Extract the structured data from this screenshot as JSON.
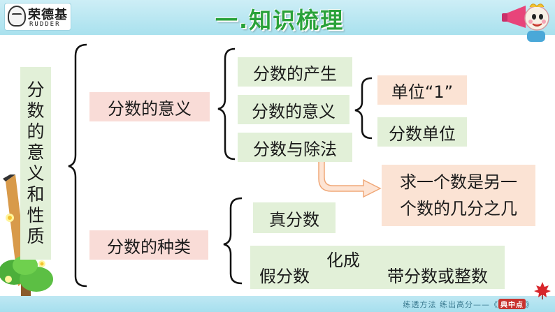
{
  "header": {
    "logo_cn": "荣德基",
    "logo_en": "RUDDER",
    "title": "一.知识梳理"
  },
  "diagram": {
    "root": [
      "分",
      "数",
      "的",
      "意",
      "义",
      "和",
      "性",
      "质"
    ],
    "meaning": "分数的意义",
    "meaning_children": {
      "origin": "分数的产生",
      "meaning": "分数的意义",
      "division": "分数与除法"
    },
    "units": {
      "unit_one": "单位“1”",
      "fraction_unit": "分数单位"
    },
    "callout": [
      "求一个数是另一",
      "个数的几分之几"
    ],
    "types": "分数的种类",
    "types_children": {
      "proper": "真分数",
      "improper": "假分数",
      "convert_label": "化成",
      "result": "带分数或整数"
    }
  },
  "footer": {
    "text": "练透方法 练出高分——《",
    "badge": "典中点",
    "end": "》"
  }
}
